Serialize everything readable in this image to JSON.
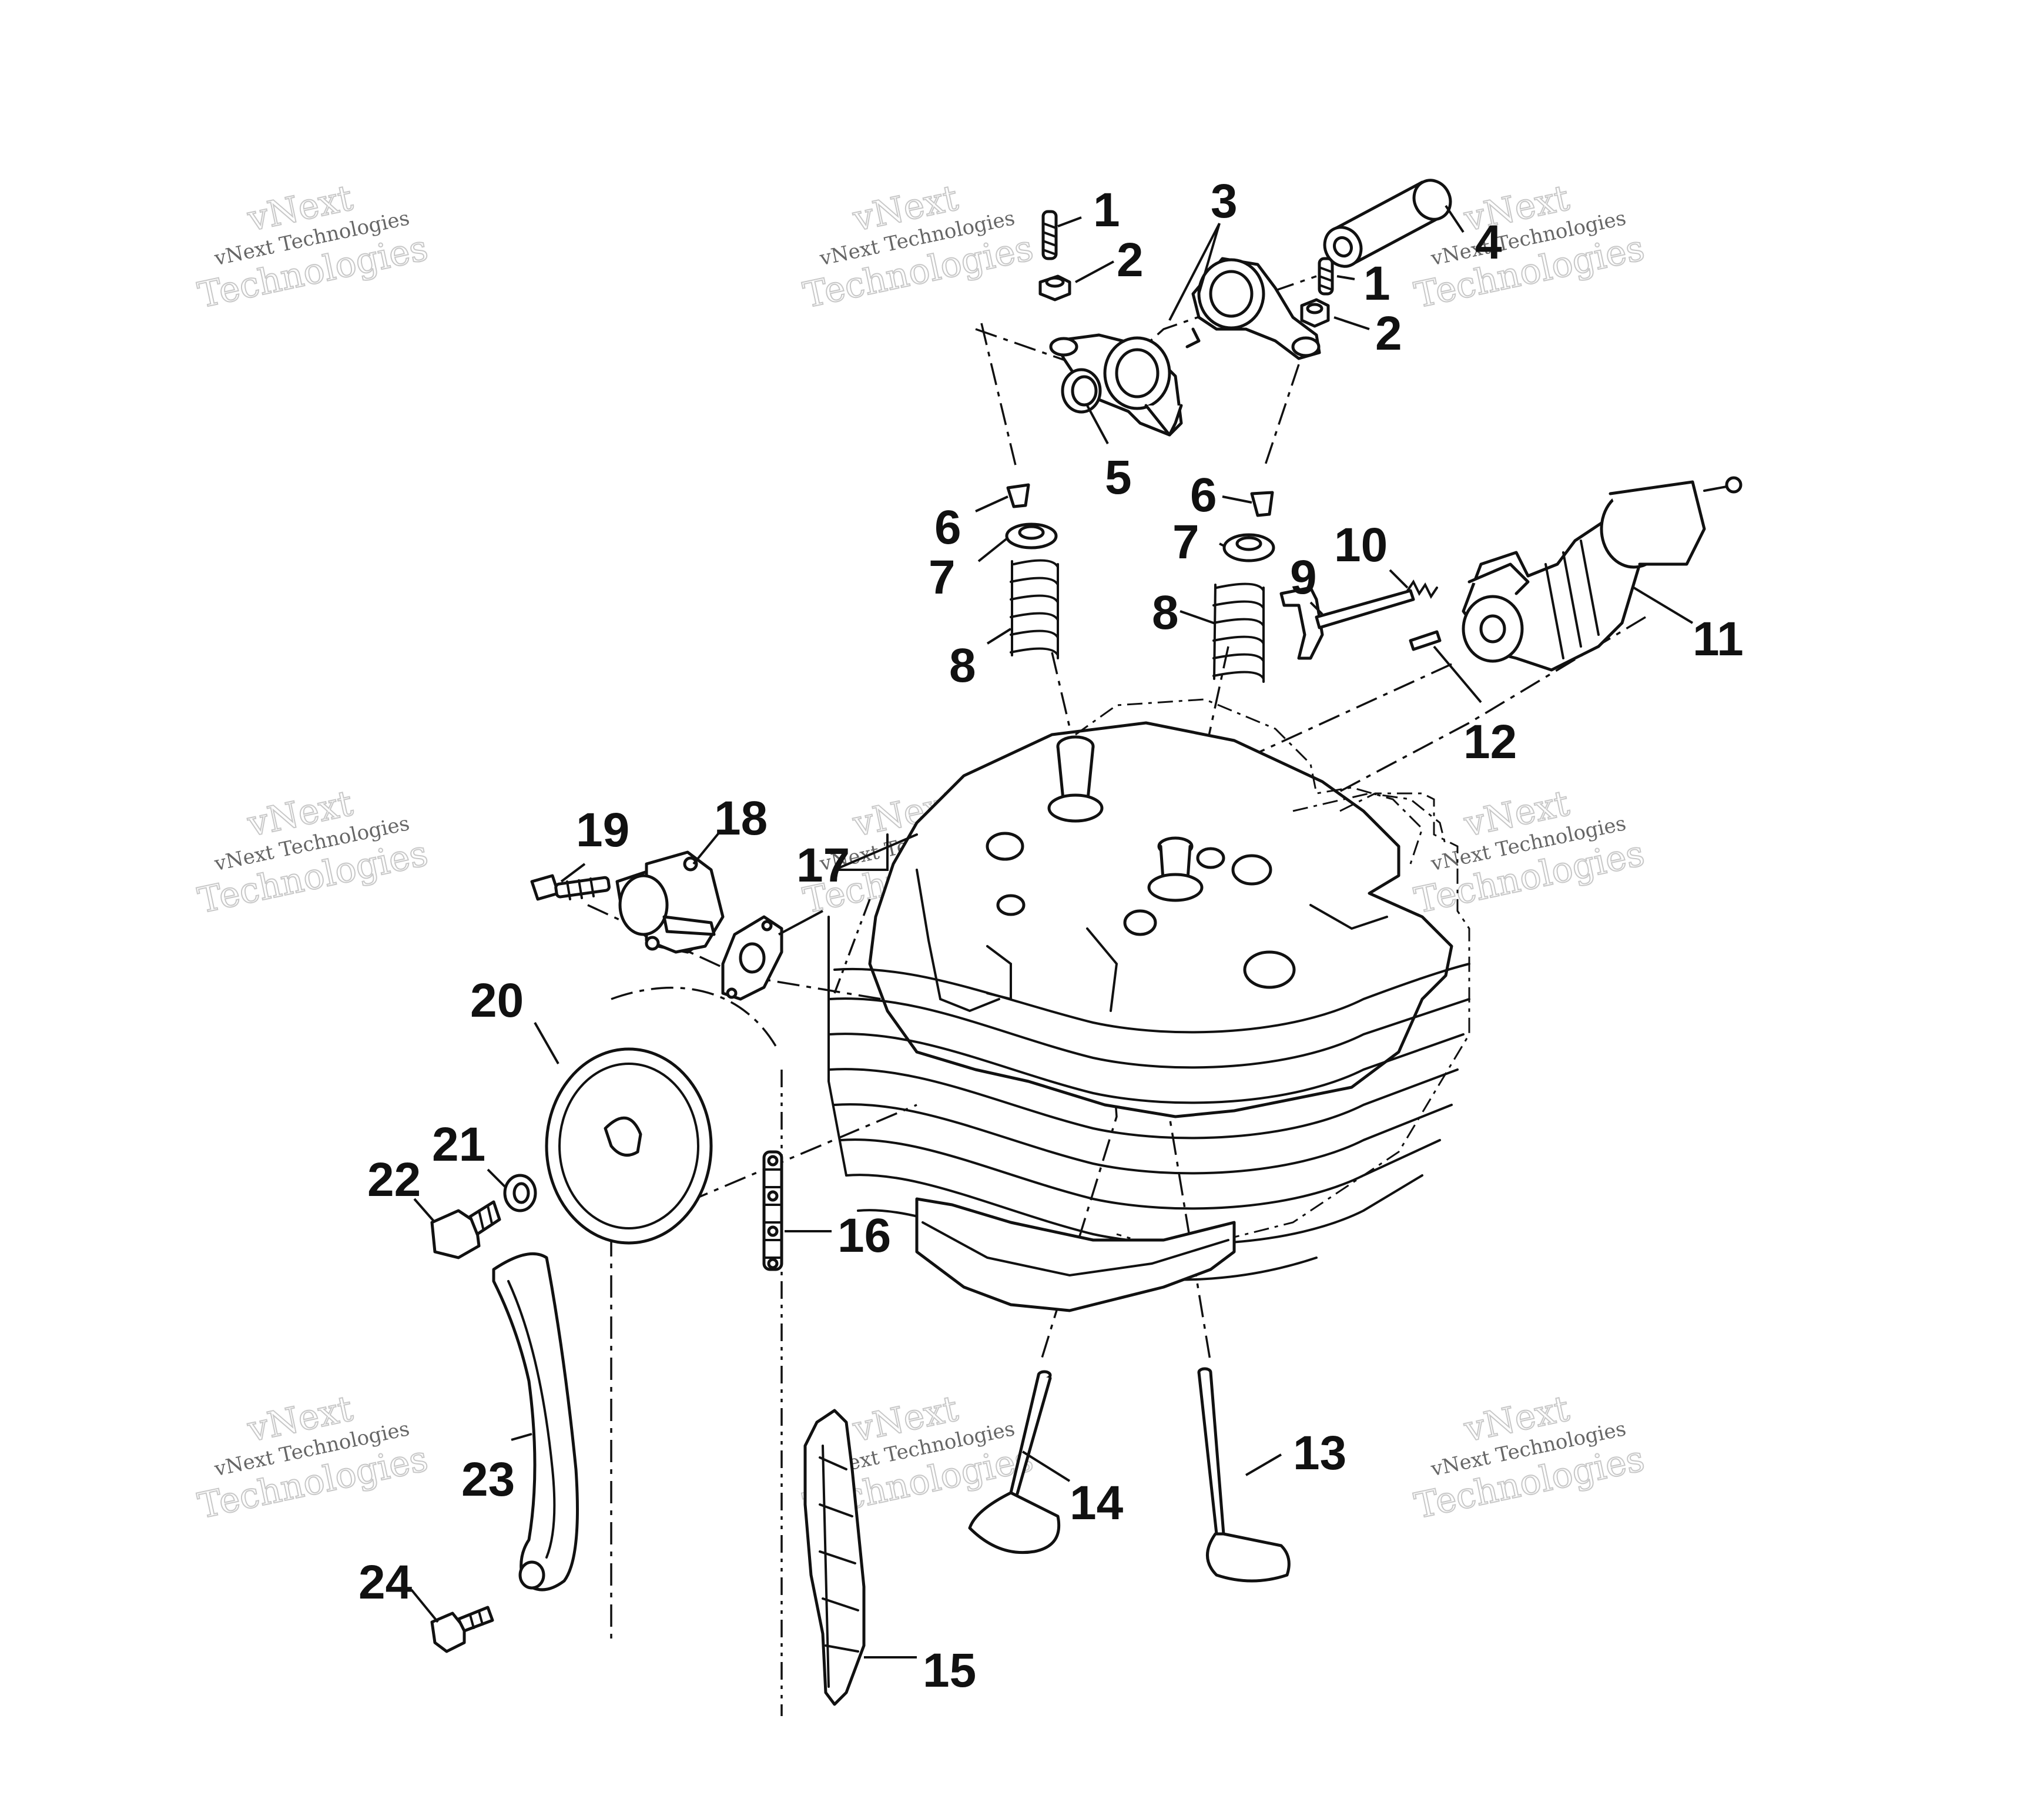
{
  "watermark": {
    "line1": "vNext",
    "line2": "vNext Technologies",
    "line3": "Technologies"
  },
  "callouts": [
    {
      "id": "c1a",
      "label": "1"
    },
    {
      "id": "c2a",
      "label": "2"
    },
    {
      "id": "c3",
      "label": "3"
    },
    {
      "id": "c4",
      "label": "4"
    },
    {
      "id": "c1b",
      "label": "1"
    },
    {
      "id": "c2b",
      "label": "2"
    },
    {
      "id": "c5",
      "label": "5"
    },
    {
      "id": "c6a",
      "label": "6"
    },
    {
      "id": "c7a",
      "label": "7"
    },
    {
      "id": "c8a",
      "label": "8"
    },
    {
      "id": "c6b",
      "label": "6"
    },
    {
      "id": "c7b",
      "label": "7"
    },
    {
      "id": "c8b",
      "label": "8"
    },
    {
      "id": "c9",
      "label": "9"
    },
    {
      "id": "c10",
      "label": "10"
    },
    {
      "id": "c11",
      "label": "11"
    },
    {
      "id": "c12",
      "label": "12"
    },
    {
      "id": "c13",
      "label": "13"
    },
    {
      "id": "c14",
      "label": "14"
    },
    {
      "id": "c15",
      "label": "15"
    },
    {
      "id": "c16",
      "label": "16"
    },
    {
      "id": "c17",
      "label": "17"
    },
    {
      "id": "c18",
      "label": "18"
    },
    {
      "id": "c19",
      "label": "19"
    },
    {
      "id": "c20",
      "label": "20"
    },
    {
      "id": "c21",
      "label": "21"
    },
    {
      "id": "c22",
      "label": "22"
    },
    {
      "id": "c23",
      "label": "23"
    },
    {
      "id": "c24",
      "label": "24"
    }
  ]
}
